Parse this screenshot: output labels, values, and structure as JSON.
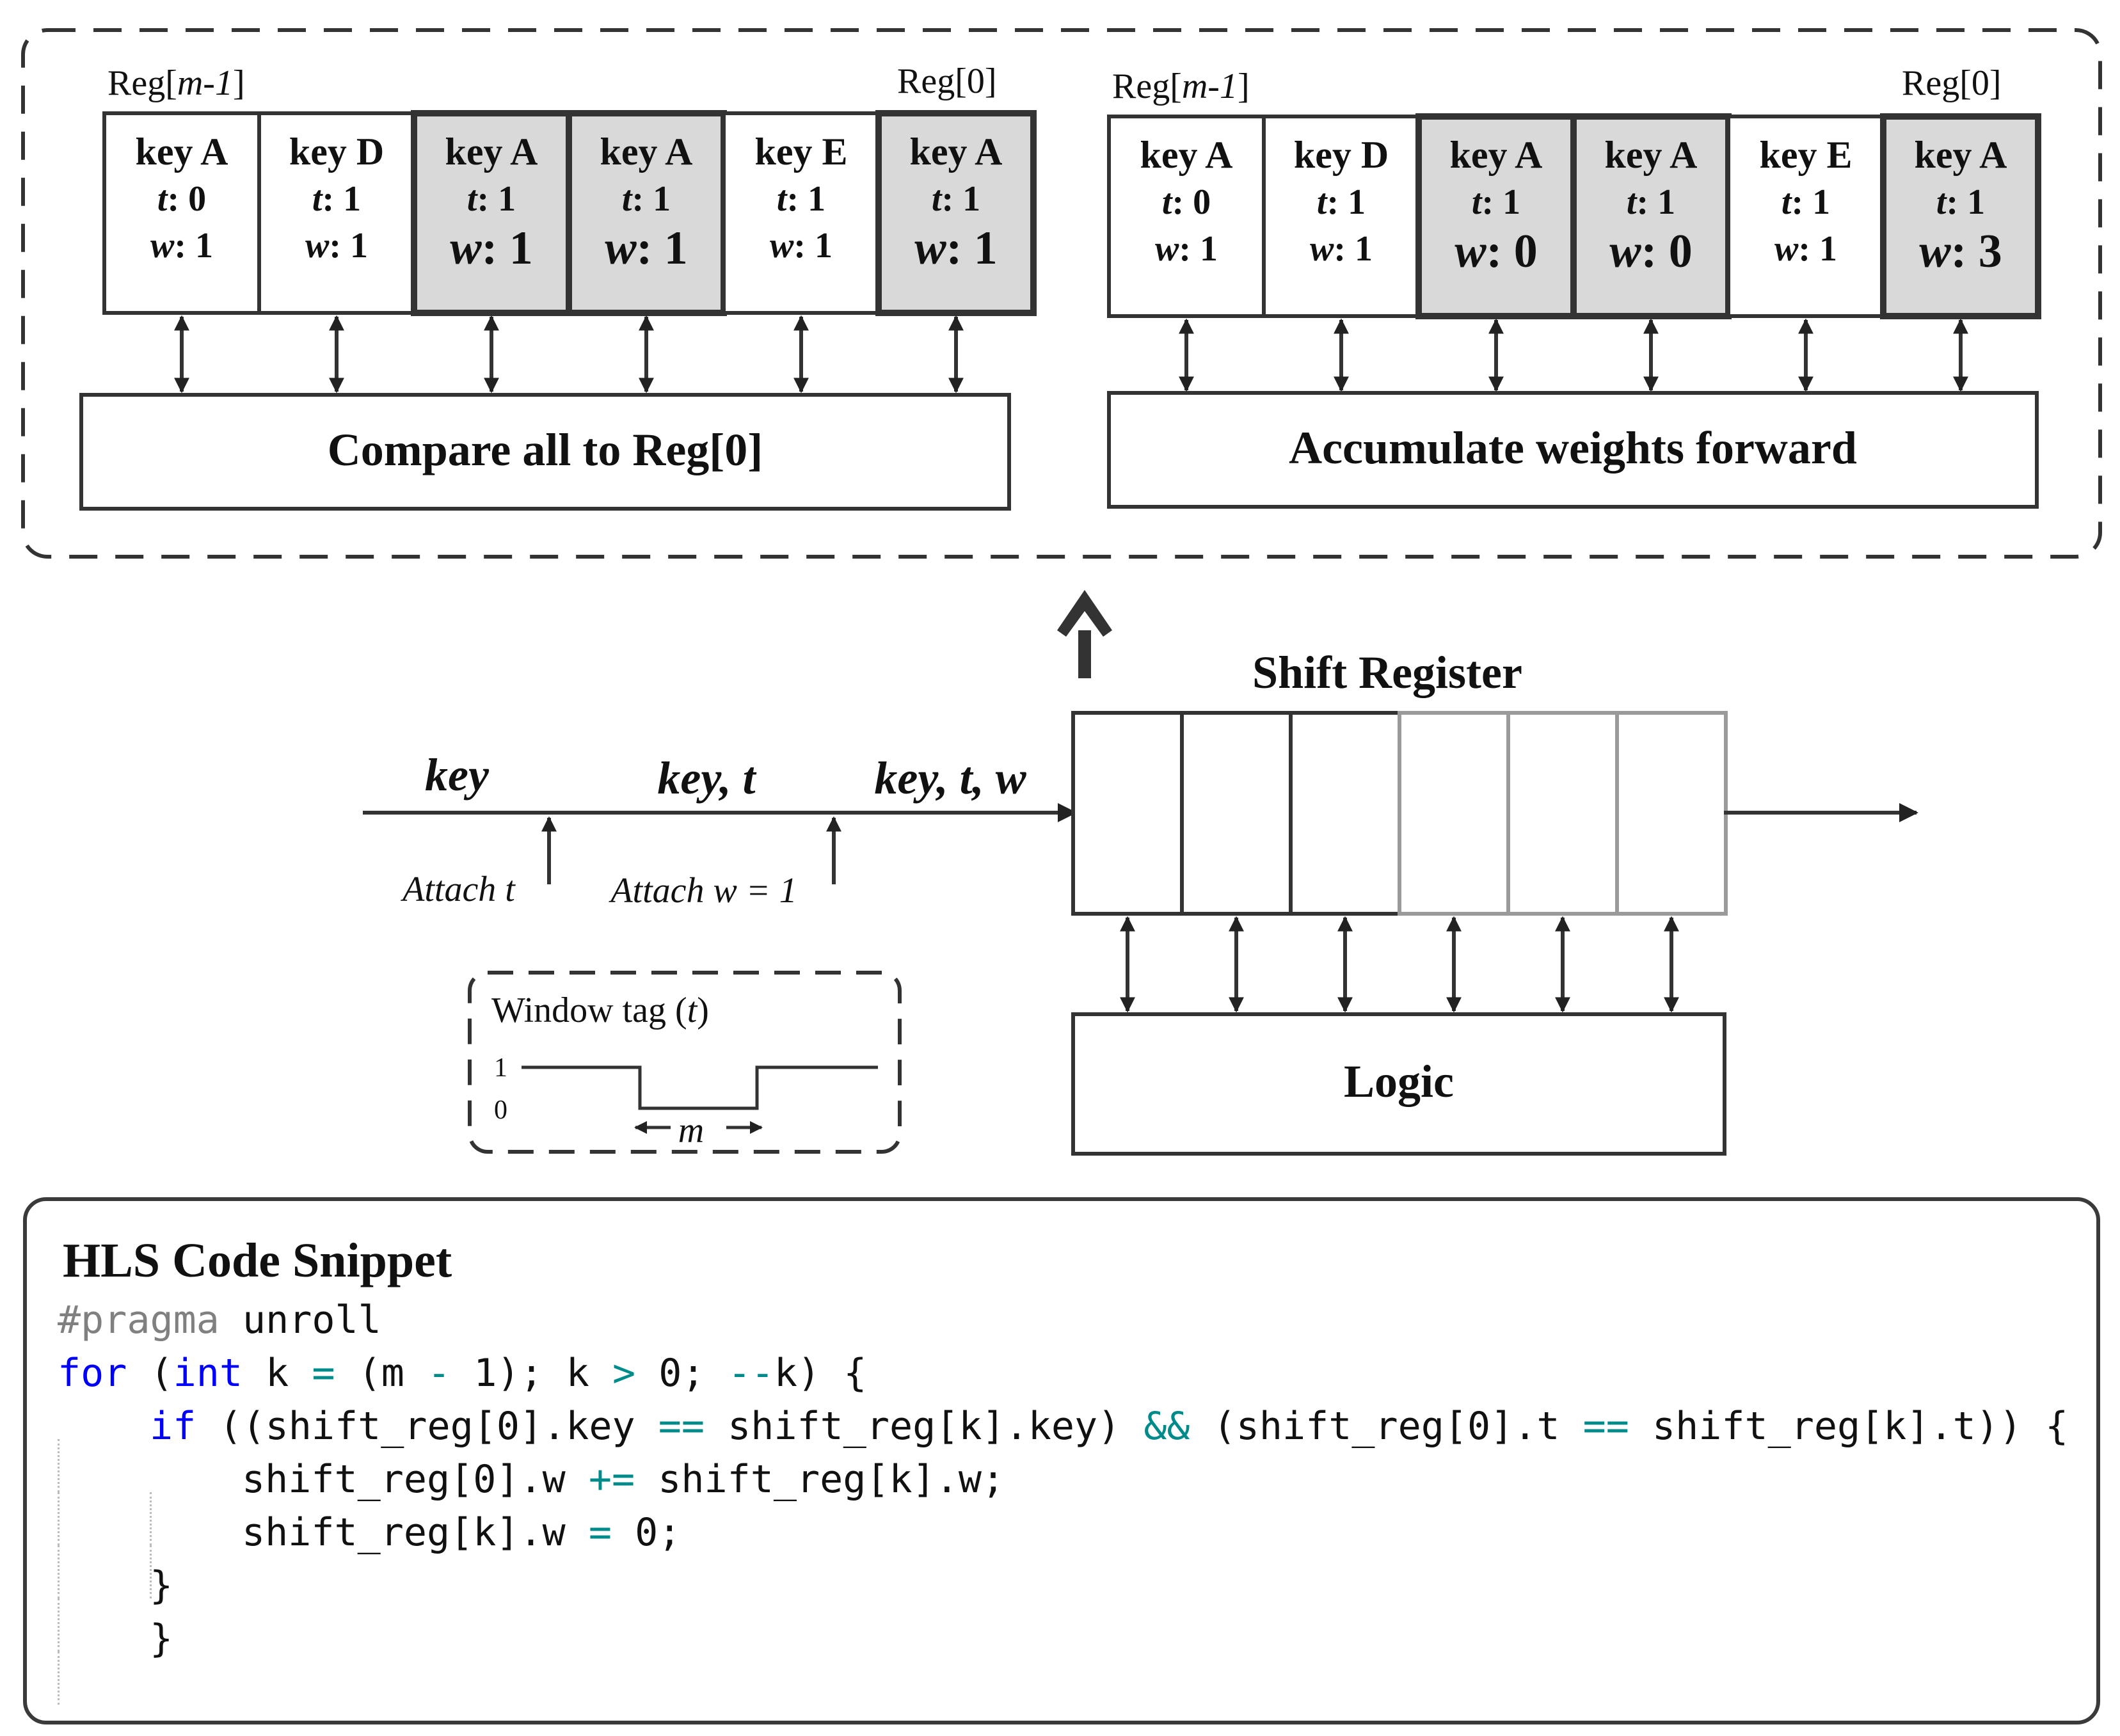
{
  "compare_panel": {
    "left_label_prefix": "Reg[",
    "left_label_italic": "m-1",
    "left_label_suffix": "]",
    "right_label": "Reg[0]",
    "registers": [
      {
        "key": "key A",
        "t_label": "t",
        "t_value": "0",
        "w_label": "w",
        "w_value": "1",
        "highlight": false
      },
      {
        "key": "key D",
        "t_label": "t",
        "t_value": "1",
        "w_label": "w",
        "w_value": "1",
        "highlight": false
      },
      {
        "key": "key A",
        "t_label": "t",
        "t_value": "1",
        "w_label": "w",
        "w_value": "1",
        "highlight": true
      },
      {
        "key": "key A",
        "t_label": "t",
        "t_value": "1",
        "w_label": "w",
        "w_value": "1",
        "highlight": true
      },
      {
        "key": "key E",
        "t_label": "t",
        "t_value": "1",
        "w_label": "w",
        "w_value": "1",
        "highlight": false
      },
      {
        "key": "key A",
        "t_label": "t",
        "t_value": "1",
        "w_label": "w",
        "w_value": "1",
        "highlight": true
      }
    ],
    "logic_label": "Compare all to Reg[0]"
  },
  "accumulate_panel": {
    "left_label_prefix": "Reg[",
    "left_label_italic": "m-1",
    "left_label_suffix": "]",
    "right_label": "Reg[0]",
    "registers": [
      {
        "key": "key A",
        "t_label": "t",
        "t_value": "0",
        "w_label": "w",
        "w_value": "1",
        "highlight": false
      },
      {
        "key": "key D",
        "t_label": "t",
        "t_value": "1",
        "w_label": "w",
        "w_value": "1",
        "highlight": false
      },
      {
        "key": "key A",
        "t_label": "t",
        "t_value": "1",
        "w_label": "w",
        "w_value": "0",
        "highlight": true
      },
      {
        "key": "key A",
        "t_label": "t",
        "t_value": "1",
        "w_label": "w",
        "w_value": "0",
        "highlight": true
      },
      {
        "key": "key E",
        "t_label": "t",
        "t_value": "1",
        "w_label": "w",
        "w_value": "1",
        "highlight": false
      },
      {
        "key": "key A",
        "t_label": "t",
        "t_value": "1",
        "w_label": "w",
        "w_value": "3",
        "highlight": true
      }
    ],
    "logic_label": "Accumulate weights forward"
  },
  "pipeline": {
    "stage_key": "key",
    "stage_key_t": "key, t",
    "stage_key_t_w": "key, t, w",
    "attach_t": "Attach t",
    "attach_w": "Attach w = 1"
  },
  "shift_register": {
    "title": "Shift Register",
    "logic_label": "Logic",
    "cell_count": 6
  },
  "window_tag": {
    "title_prefix": "Window tag (",
    "title_var": "t",
    "title_suffix": ")",
    "level_high": "1",
    "level_low": "0",
    "width_label": "m"
  },
  "code_snippet": {
    "title": "HLS Code Snippet",
    "lines": [
      {
        "indent": 0,
        "tokens": [
          {
            "t": "#pragma",
            "c": "pp"
          },
          {
            "t": " unroll",
            "c": ""
          }
        ]
      },
      {
        "indent": 0,
        "tokens": [
          {
            "t": "for",
            "c": "kw"
          },
          {
            "t": " (",
            "c": ""
          },
          {
            "t": "int",
            "c": "kw"
          },
          {
            "t": " k ",
            "c": ""
          },
          {
            "t": "=",
            "c": "op"
          },
          {
            "t": " (m ",
            "c": ""
          },
          {
            "t": "-",
            "c": "op"
          },
          {
            "t": " 1); k ",
            "c": ""
          },
          {
            "t": ">",
            "c": "op"
          },
          {
            "t": " 0; ",
            "c": ""
          },
          {
            "t": "--",
            "c": "op"
          },
          {
            "t": "k) {",
            "c": ""
          }
        ]
      },
      {
        "indent": 1,
        "tokens": [
          {
            "t": "if",
            "c": "kw"
          },
          {
            "t": " ((shift_reg[0].key ",
            "c": ""
          },
          {
            "t": "==",
            "c": "op"
          },
          {
            "t": " shift_reg[k].key) ",
            "c": ""
          },
          {
            "t": "&&",
            "c": "op"
          },
          {
            "t": " (shift_reg[0].t ",
            "c": ""
          },
          {
            "t": "==",
            "c": "op"
          },
          {
            "t": " shift_reg[k].t)) {",
            "c": ""
          }
        ]
      },
      {
        "indent": 2,
        "tokens": [
          {
            "t": "shift_reg[0].w ",
            "c": ""
          },
          {
            "t": "+=",
            "c": "op"
          },
          {
            "t": " shift_reg[k].w;",
            "c": ""
          }
        ]
      },
      {
        "indent": 2,
        "tokens": [
          {
            "t": "shift_reg[k].w ",
            "c": ""
          },
          {
            "t": "=",
            "c": "op"
          },
          {
            "t": " 0;",
            "c": ""
          }
        ]
      },
      {
        "indent": 1,
        "tokens": [
          {
            "t": "}",
            "c": ""
          }
        ]
      },
      {
        "indent": 1,
        "tokens": [
          {
            "t": "}",
            "c": ""
          }
        ]
      }
    ]
  }
}
